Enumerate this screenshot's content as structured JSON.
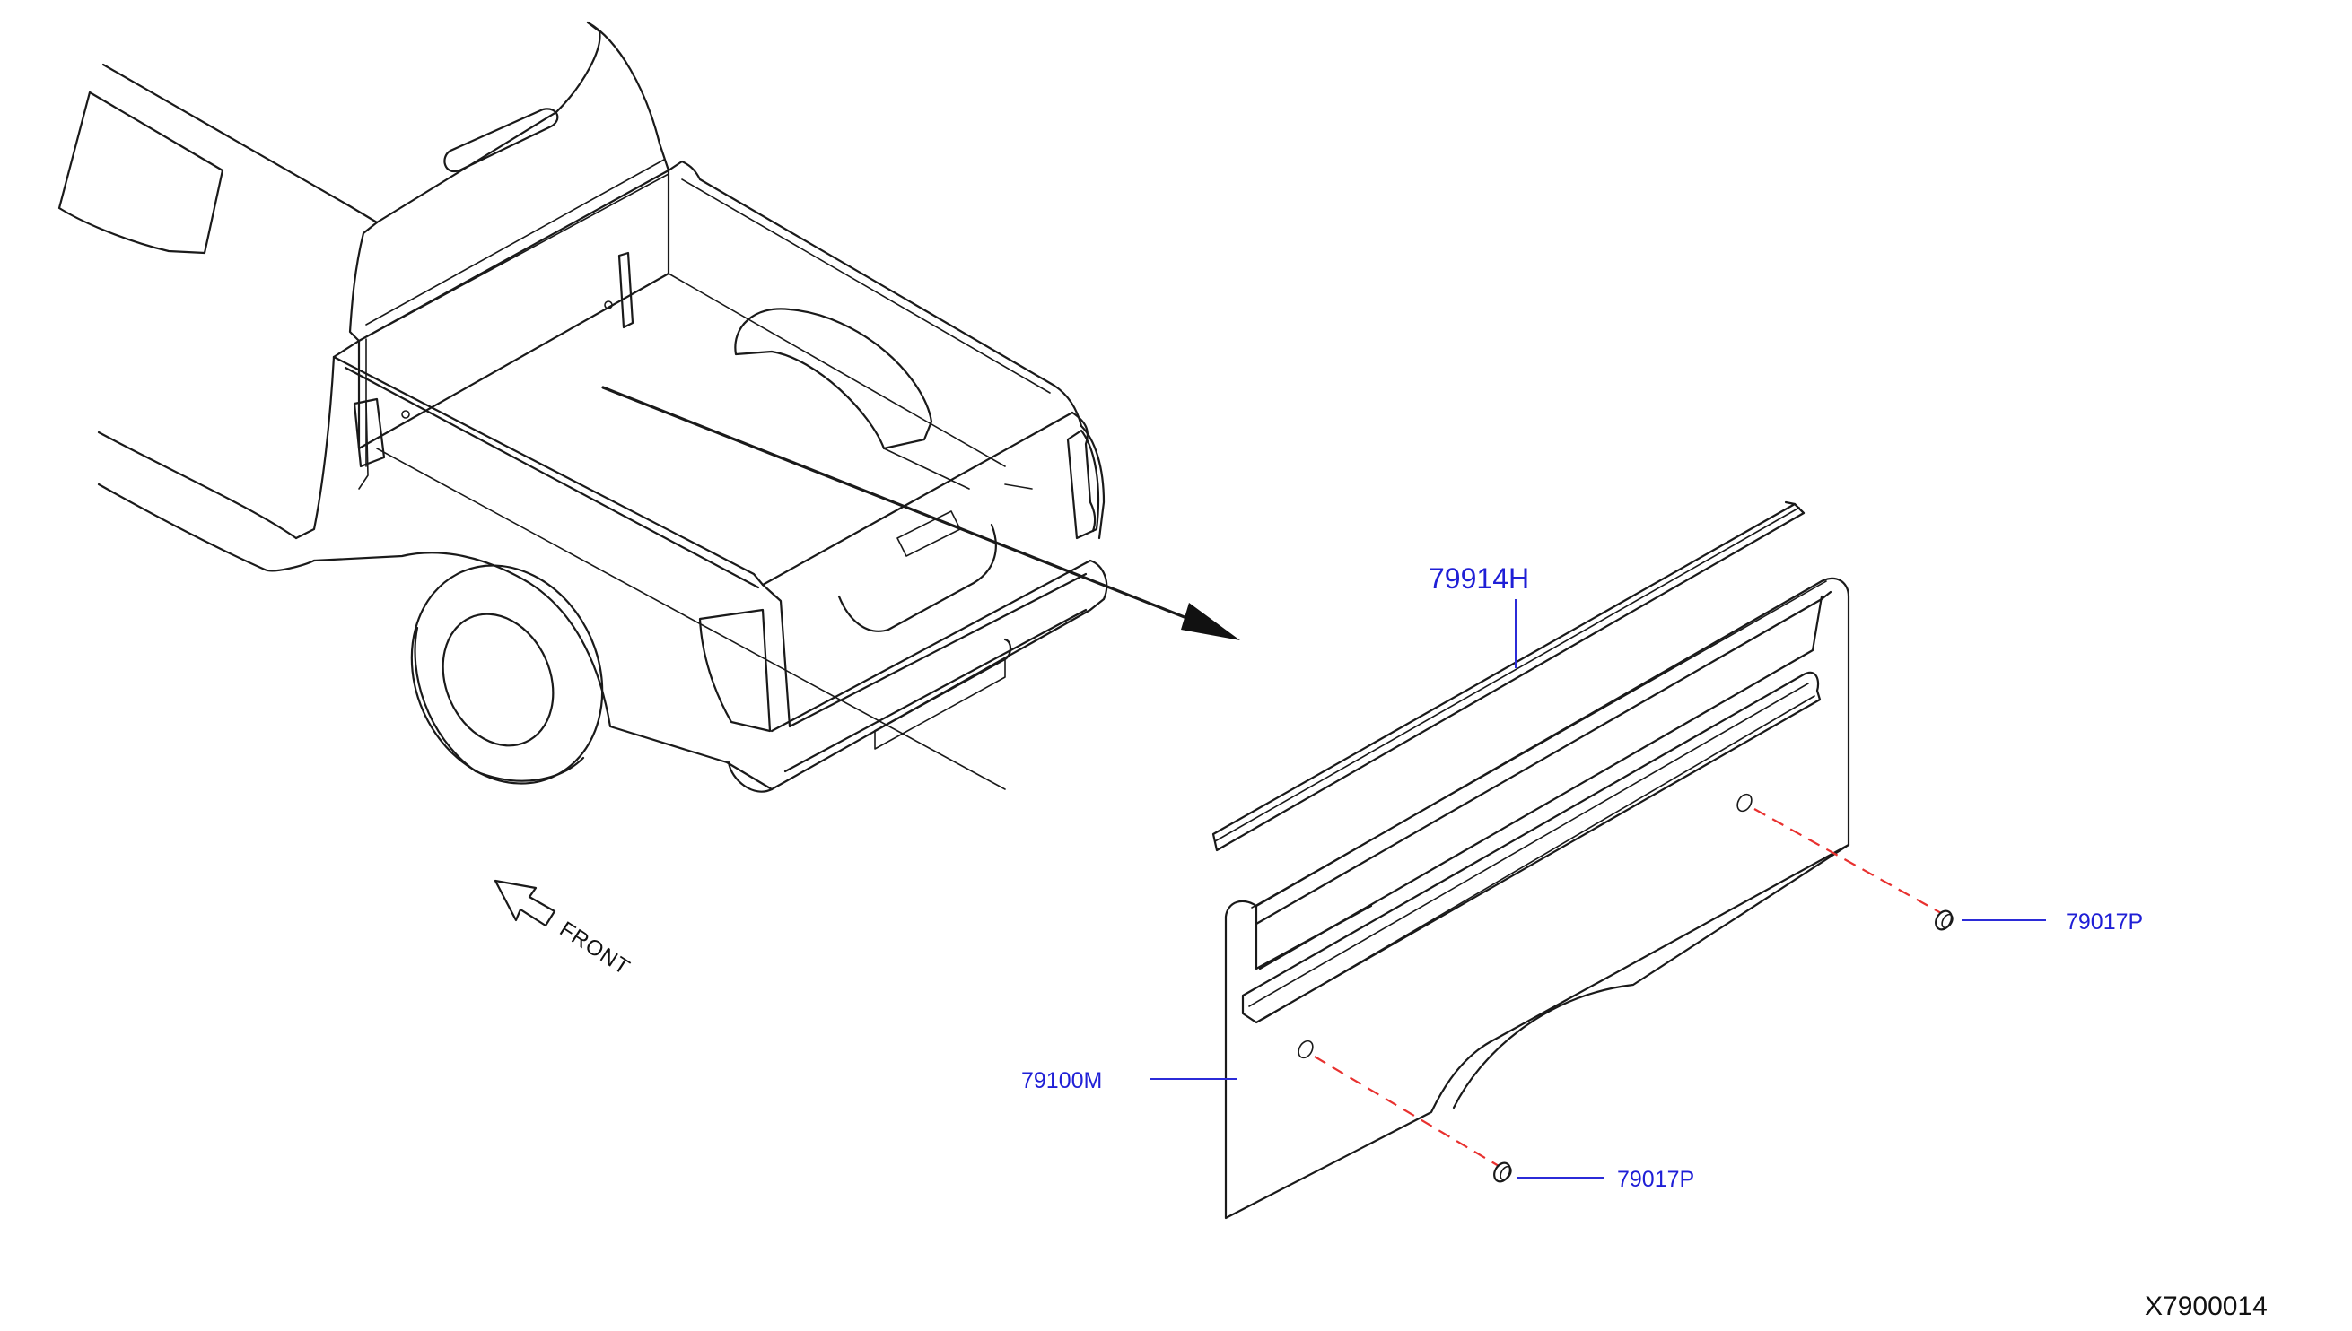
{
  "diagram": {
    "id": "X7900014",
    "direction_label": "FRONT",
    "parts": [
      {
        "number": "79914H"
      },
      {
        "number": "79017P"
      },
      {
        "number": "79100M"
      },
      {
        "number": "79017P"
      }
    ],
    "colors": {
      "label": "#1f1fd6",
      "leader": "#2b2bd8",
      "dashed_guide": "#e8312f",
      "line_art": "#1a1a1a"
    }
  }
}
